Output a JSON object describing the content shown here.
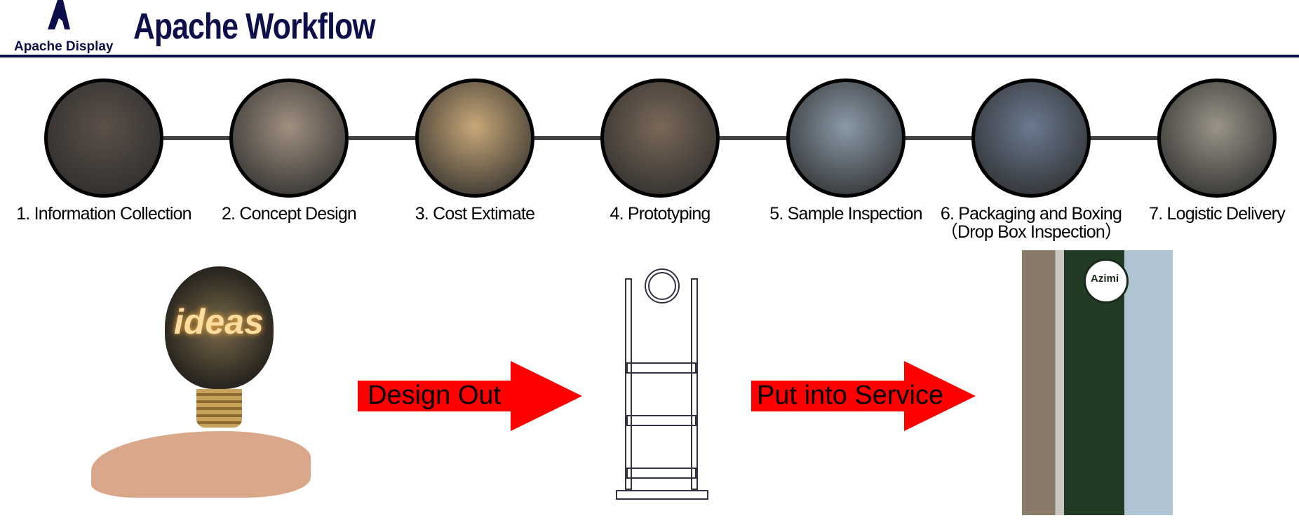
{
  "header": {
    "brand": "Apache Display",
    "title": "Apache Workflow",
    "accent": "#0d0f4a"
  },
  "steps": [
    {
      "label": "1. Information Collection",
      "icon": "office-phone-photo"
    },
    {
      "label": "2. Concept Design",
      "icon": "computer-design-photo"
    },
    {
      "label": "3. Cost Extimate",
      "icon": "calculation-notes-photo"
    },
    {
      "label": "4. Prototyping",
      "icon": "workshop-photo"
    },
    {
      "label": "5. Sample Inspection",
      "icon": "inspection-photo"
    },
    {
      "label": "6. Packaging and Boxing",
      "sublabel": "（Drop Box Inspection）",
      "icon": "packing-photo"
    },
    {
      "label": "7. Logistic Delivery",
      "icon": "forklift-photo"
    }
  ],
  "bottom": {
    "arrow1": "Design Out",
    "arrow2": "Put into Service",
    "arrow_color": "#ff0000",
    "bulb_words": "ideas",
    "display_brand": "Azimi"
  }
}
